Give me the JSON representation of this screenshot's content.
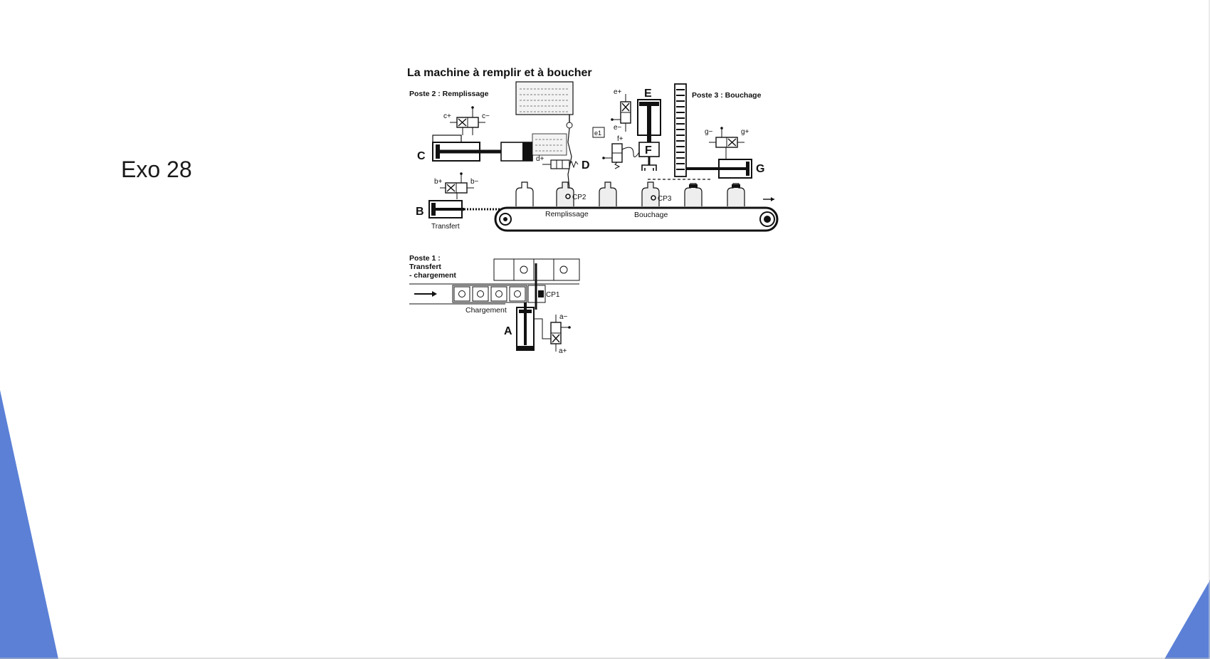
{
  "slide": {
    "title": "Exo 28"
  },
  "diagram": {
    "title": "La machine à remplir et à boucher",
    "poste2": "Poste 2 : Remplissage",
    "poste3": "Poste 3 : Bouchage",
    "poste1": [
      "Poste 1 :",
      "Transfert",
      "- chargement"
    ],
    "actuators": {
      "A": "A",
      "B": "B",
      "C": "C",
      "D": "D",
      "E": "E",
      "F": "F",
      "G": "G"
    },
    "signals": {
      "a_minus": "a−",
      "a_plus": "a+",
      "b_plus": "b+",
      "b_minus": "b−",
      "c_plus": "c+",
      "c_minus": "c−",
      "d_plus": "d+",
      "e_plus": "e+",
      "e_minus": "e−",
      "e1": "e1",
      "f_plus": "f+",
      "g_minus": "g−",
      "g_plus": "g+"
    },
    "sensors": {
      "cp1": "CP1",
      "cp2": "CP2",
      "cp3": "CP3"
    },
    "labels": {
      "transfert": "Transfert",
      "remplissage": "Remplissage",
      "bouchage": "Bouchage",
      "chargement": "Chargement"
    }
  },
  "colors": {
    "accent": "#5b80d6"
  }
}
